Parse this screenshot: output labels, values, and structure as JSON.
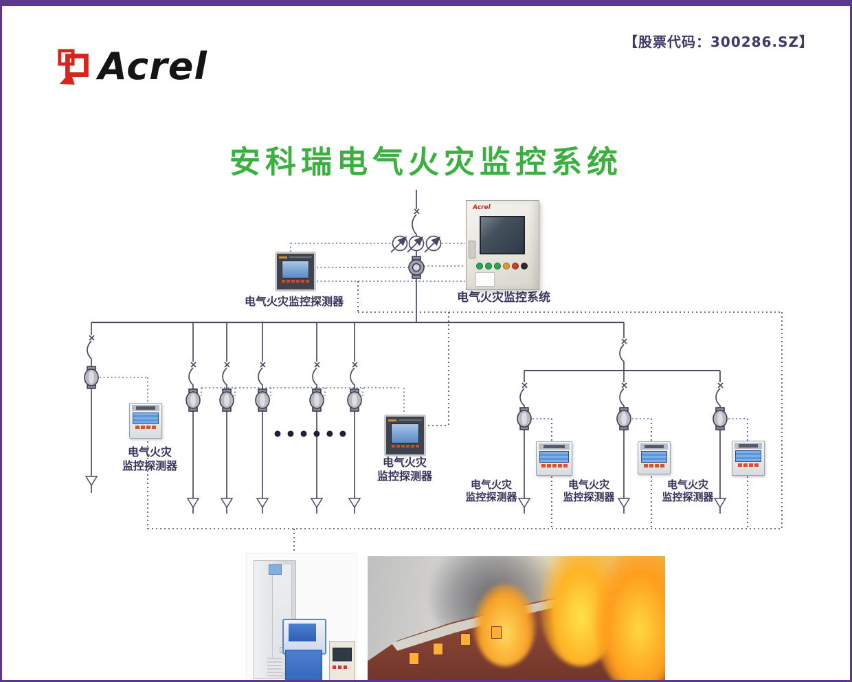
{
  "page": {
    "background": "#ffffff",
    "border_color": "#5a3890"
  },
  "header": {
    "logo_text": "Acrel",
    "logo_color": "#d6251d",
    "stock_code": "【股票代码：300286.SZ】"
  },
  "title": {
    "text": "安科瑞电气火灾监控系统",
    "color": "#3ab03e"
  },
  "diagram": {
    "colors": {
      "solid_line": "#4f4762",
      "comm_dashed_blue": "#4a6fbd",
      "trunk_dashed_dark": "#474460",
      "label_text": "#38325c"
    },
    "labels": {
      "detector_full": "电气火灾监控探测器",
      "system": "电气火灾监控系统",
      "detector_line1": "电气火灾",
      "detector_line2": "监控探测器",
      "more_branches": "••••••"
    },
    "panel_logo": "Acrel"
  }
}
